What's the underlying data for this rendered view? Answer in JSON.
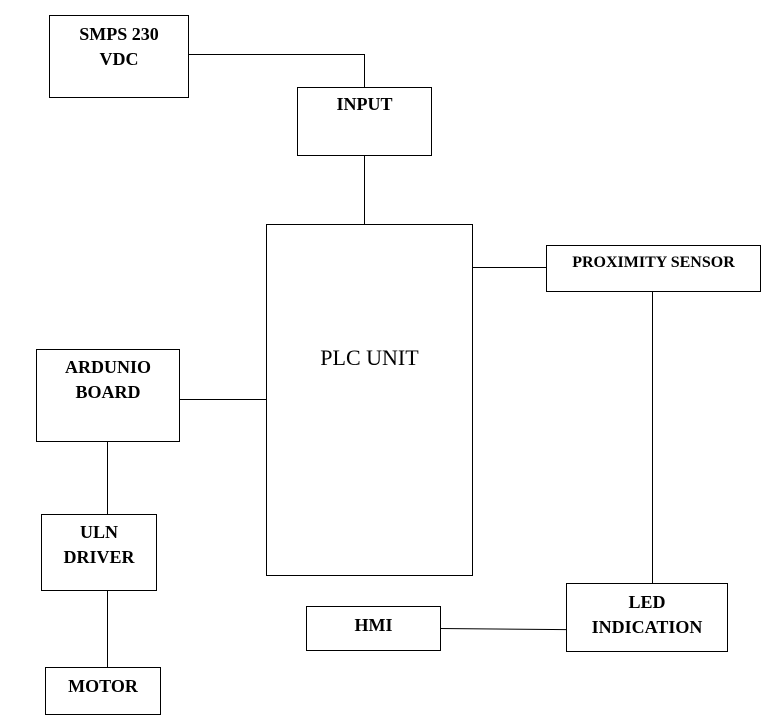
{
  "diagram": {
    "blocks": {
      "smps": {
        "line1": "SMPS 230",
        "line2": "VDC"
      },
      "input": {
        "label": "INPUT"
      },
      "plc": {
        "label": "PLC UNIT"
      },
      "proximity": {
        "label": "PROXIMITY SENSOR"
      },
      "arduino": {
        "line1": "ARDUNIO",
        "line2": "BOARD"
      },
      "uln": {
        "line1": "ULN",
        "line2": "DRIVER"
      },
      "motor": {
        "label": "MOTOR"
      },
      "hmi": {
        "label": "HMI"
      },
      "led": {
        "line1": "LED",
        "line2": "INDICATION"
      }
    },
    "connections": [
      [
        "smps",
        "input"
      ],
      [
        "input",
        "plc"
      ],
      [
        "plc",
        "proximity"
      ],
      [
        "plc",
        "arduino"
      ],
      [
        "arduino",
        "uln"
      ],
      [
        "uln",
        "motor"
      ],
      [
        "proximity",
        "led"
      ],
      [
        "hmi",
        "led"
      ]
    ],
    "colors": {
      "stroke": "#000000",
      "background": "#ffffff"
    }
  }
}
